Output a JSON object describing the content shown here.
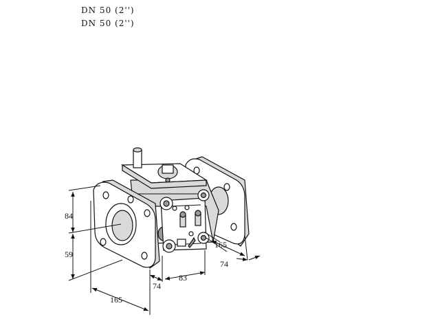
{
  "captions": [
    "DN 50 (2'')",
    "DN 50 (2'')"
  ],
  "dimensions": {
    "height_top": "84",
    "height_bottom": "59",
    "flange_width_front": "165",
    "body_depth_front": "74",
    "actuator_width": "83",
    "flange_width_back": "165",
    "body_depth_back": "74"
  }
}
